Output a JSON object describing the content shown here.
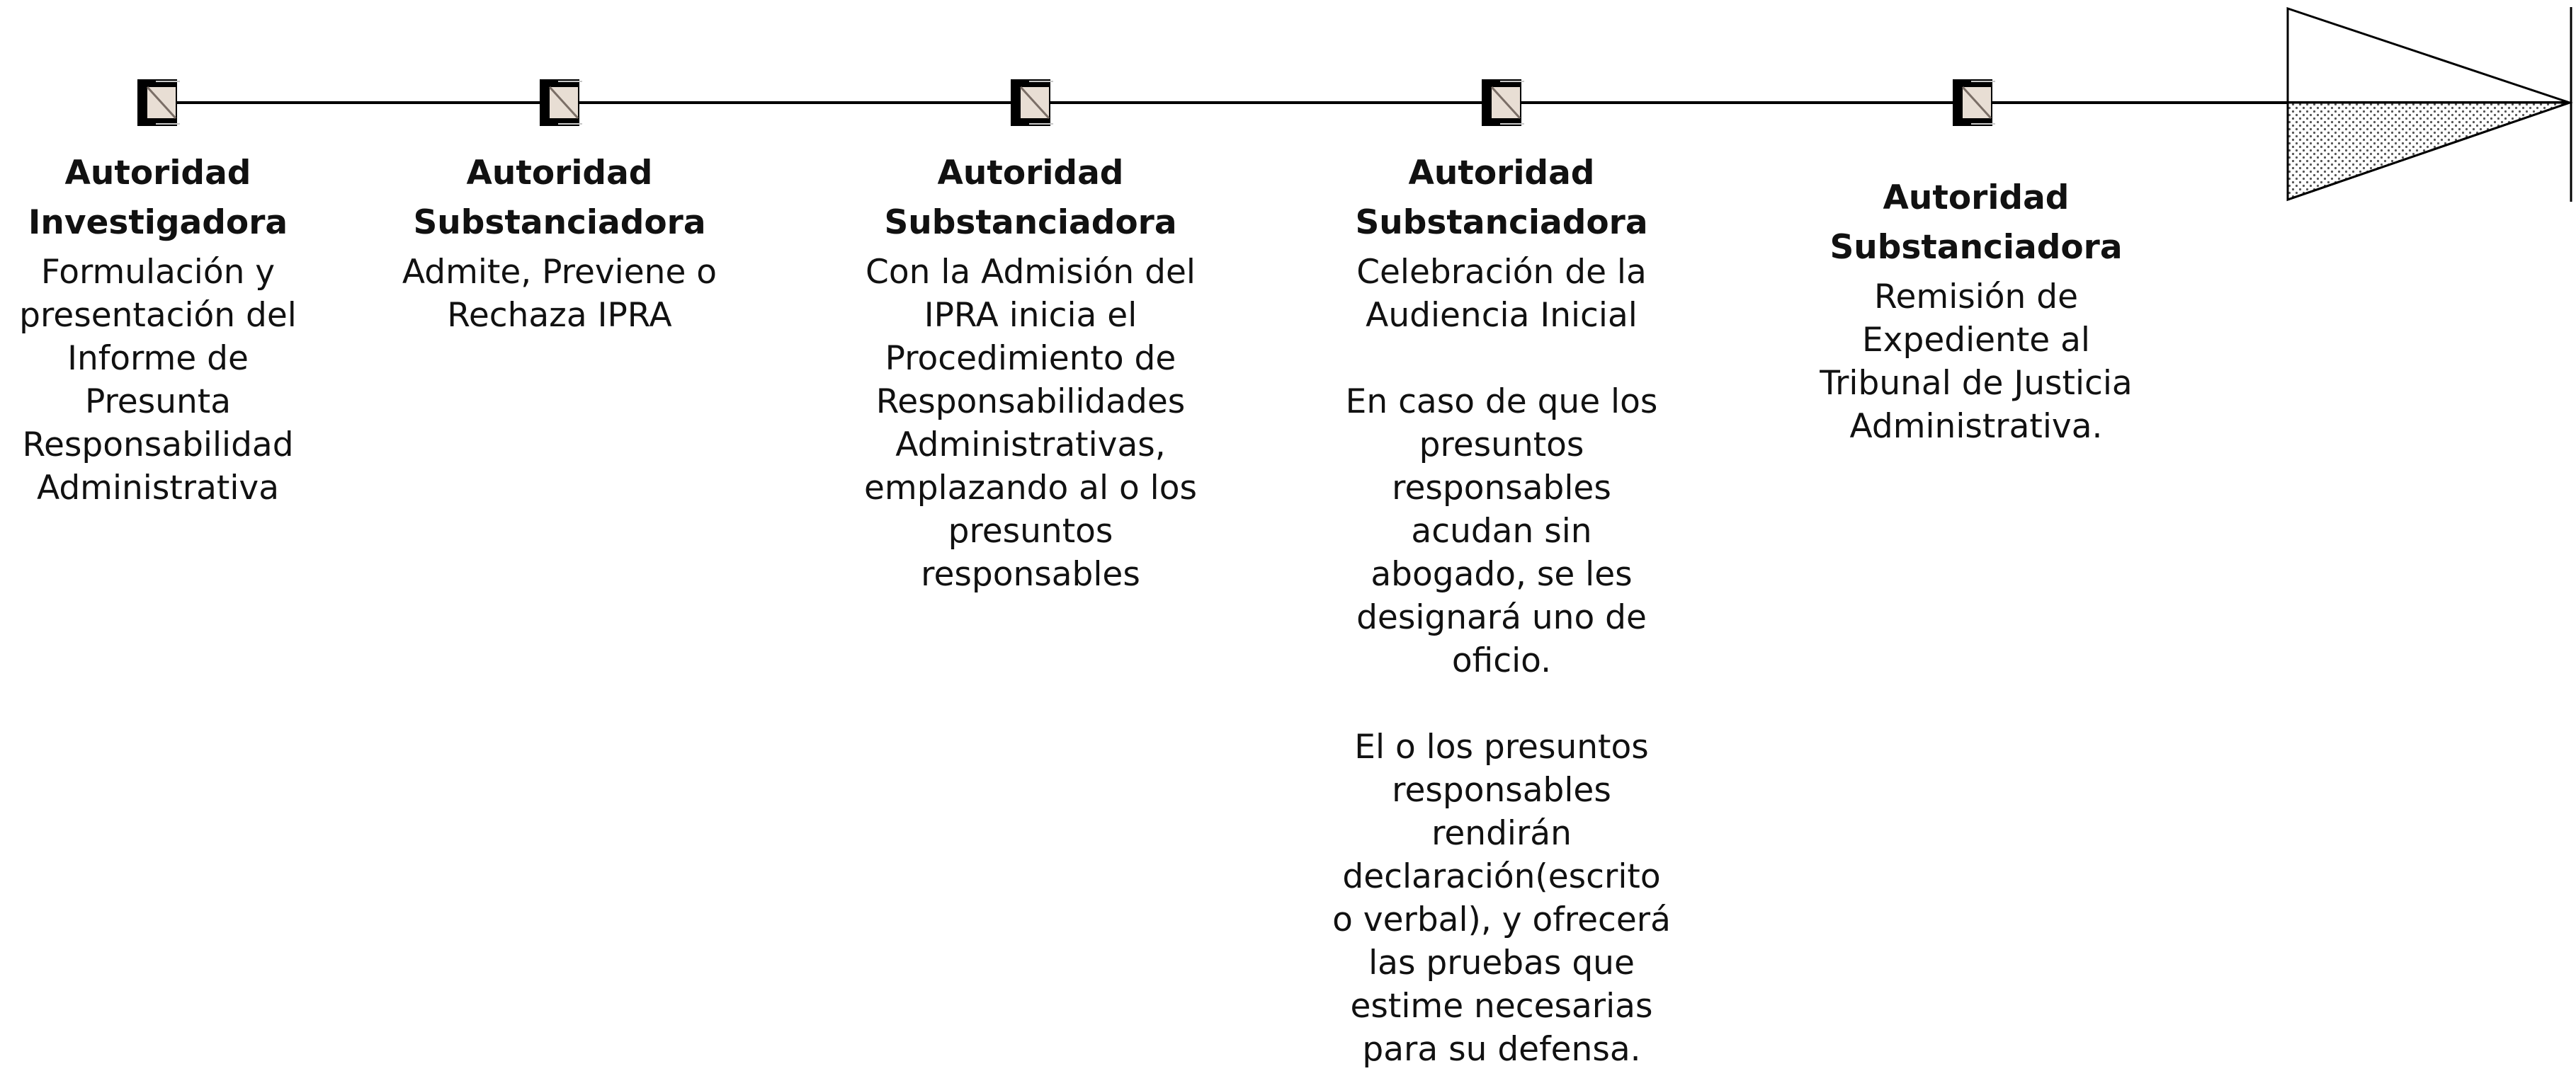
{
  "timeline": {
    "stages": [
      {
        "title": "Autoridad\nInvestigadora",
        "description": "Formulación y\npresentación del\nInforme de\nPresunta\nResponsabilidad\nAdministrativa"
      },
      {
        "title": "Autoridad\nSubstanciadora",
        "description": "Admite, Previene o\nRechaza IPRA"
      },
      {
        "title": "Autoridad\nSubstanciadora",
        "description": "Con la Admisión del\nIPRA inicia el\nProcedimiento de\nResponsabilidades\nAdministrativas,\nemplazando al o los\npresuntos\nresponsables"
      },
      {
        "title": "Autoridad\nSubstanciadora",
        "description": "Celebración de la\nAudiencia Inicial\n\nEn caso de que los\npresuntos\nresponsables\nacudan sin\nabogado, se les\ndesignará uno de\noficio.\n\nEl o los presuntos\nresponsables\nrendirán\ndeclaración(escrito\no verbal), y ofrecerá\nlas pruebas que\nestime necesarias\npara su defensa."
      },
      {
        "title": "Autoridad\nSubstanciadora",
        "description": "Remisión de\nExpediente al\nTribunal de Justicia\nAdministrativa."
      }
    ]
  },
  "colors": {
    "line": "#000000",
    "marker_fill": "#000000",
    "marker_inner": "#e8ded4",
    "arrow_fill": "#ffffff",
    "arrow_shade": "#bdbdbd"
  }
}
